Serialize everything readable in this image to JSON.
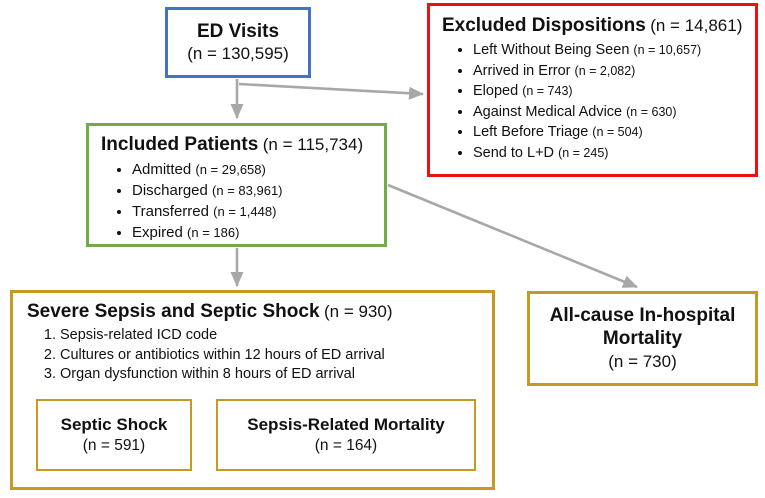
{
  "colors": {
    "blue": "#4472C4",
    "red": "#EE1111",
    "green": "#70AD47",
    "gold": "#C49A24",
    "arrow": "#A8A8A8"
  },
  "ed_visits": {
    "title": "ED Visits",
    "count": "(n = 130,595)"
  },
  "excluded": {
    "title": "Excluded Dispositions",
    "count": "(n = 14,861)",
    "items": [
      {
        "label": "Left Without Being Seen",
        "count": "(n = 10,657)"
      },
      {
        "label": "Arrived in Error",
        "count": "(n = 2,082)"
      },
      {
        "label": "Eloped",
        "count": "(n = 743)"
      },
      {
        "label": "Against Medical Advice",
        "count": "(n = 630)"
      },
      {
        "label": "Left Before Triage",
        "count": "(n = 504)"
      },
      {
        "label": "Send to L+D",
        "count": "(n = 245)"
      }
    ]
  },
  "included": {
    "title": "Included Patients",
    "count": "(n = 115,734)",
    "items": [
      {
        "label": "Admitted",
        "count": "(n = 29,658)"
      },
      {
        "label": "Discharged",
        "count": "(n = 83,961)"
      },
      {
        "label": "Transferred",
        "count": "(n = 1,448)"
      },
      {
        "label": "Expired",
        "count": "(n = 186)"
      }
    ]
  },
  "severe_sepsis": {
    "title": "Severe Sepsis and Septic Shock",
    "count": "(n = 930)",
    "criteria": [
      "Sepsis-related ICD code",
      "Cultures or antibiotics within 12 hours of ED arrival",
      "Organ dysfunction within 8 hours of ED arrival"
    ]
  },
  "septic_shock": {
    "title": "Septic Shock",
    "count": "(n = 591)"
  },
  "sepsis_mortality": {
    "title": "Sepsis-Related Mortality",
    "count": "(n = 164)"
  },
  "all_cause": {
    "title_line1": "All-cause In-hospital",
    "title_line2": "Mortality",
    "count": "(n = 730)"
  }
}
